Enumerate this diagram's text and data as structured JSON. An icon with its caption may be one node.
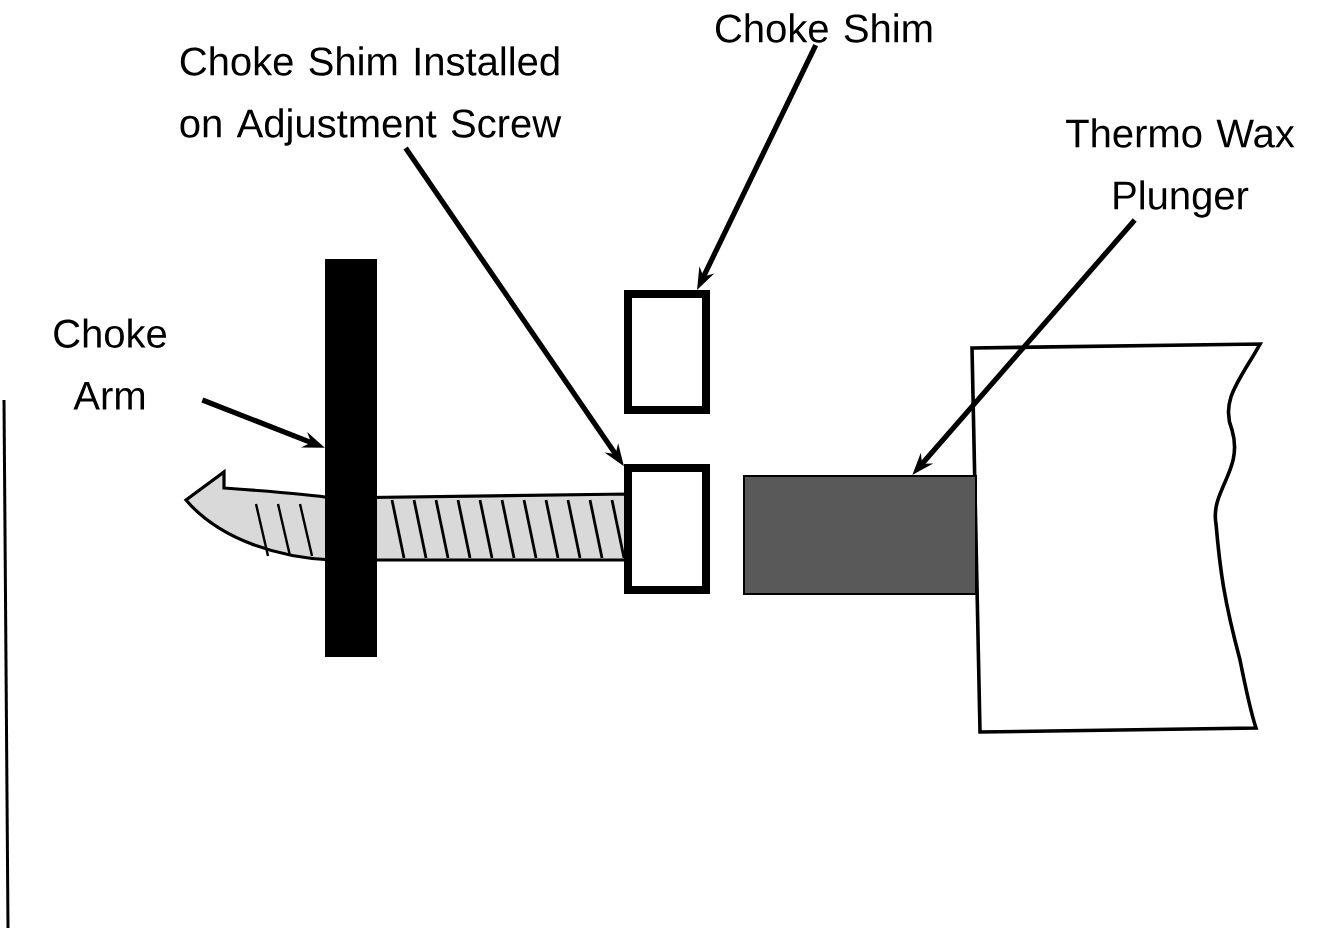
{
  "diagram": {
    "nodes": [
      {
        "text": [
          "Choke Shim Installed on Adjustment Screw"
        ]
      },
      {
        "text": [
          "Choke Shim"
        ]
      },
      {
        "text": [
          "Thermo Wax Plunger"
        ]
      },
      {
        "text": [
          "Choke Arm"
        ]
      },
      {
        "text": [],
        "shape": "bar"
      },
      {
        "text": [],
        "shape": "box"
      },
      {
        "text": [],
        "shape": "box"
      },
      {
        "text": [],
        "shape": "bar"
      }
    ],
    "edges": [
      {
        "from": 0,
        "to": 6,
        "arrow": "to"
      },
      {
        "from": 1,
        "to": 5,
        "arrow": "to"
      },
      {
        "from": 2,
        "to": 7,
        "arrow": "to"
      },
      {
        "from": 3,
        "to": 4,
        "arrow": "to"
      }
    ]
  }
}
